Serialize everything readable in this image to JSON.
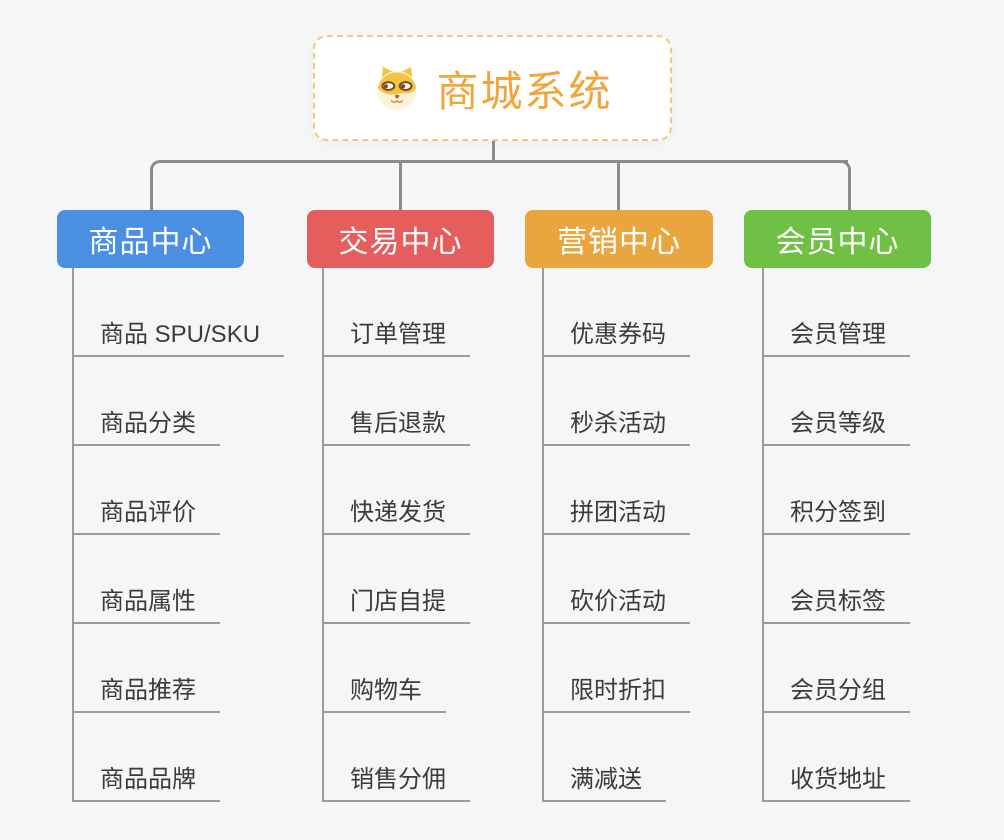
{
  "root": {
    "title": "商城系统",
    "icon": "dog-face-icon",
    "title_color": "#f0a63d",
    "border_color": "#f4c87c"
  },
  "branches": [
    {
      "label": "商品中心",
      "color": "#4a8fe2",
      "children": [
        "商品 SPU/SKU",
        "商品分类",
        "商品评价",
        "商品属性",
        "商品推荐",
        "商品品牌"
      ]
    },
    {
      "label": "交易中心",
      "color": "#e65d5d",
      "children": [
        "订单管理",
        "售后退款",
        "快递发货",
        "门店自提",
        "购物车",
        "销售分佣"
      ]
    },
    {
      "label": "营销中心",
      "color": "#eaa63e",
      "children": [
        "优惠券码",
        "秒杀活动",
        "拼团活动",
        "砍价活动",
        "限时折扣",
        "满减送"
      ]
    },
    {
      "label": "会员中心",
      "color": "#6fc044",
      "children": [
        "会员管理",
        "会员等级",
        "积分签到",
        "会员标签",
        "会员分组",
        "收货地址"
      ]
    }
  ],
  "colors": {
    "background": "#f5f6f7",
    "connector": "#8c8c8c",
    "underline": "#9b9b9b",
    "leaf_text": "#3b3b3b",
    "branch_text": "#ffffff",
    "root_background": "#ffffff"
  }
}
